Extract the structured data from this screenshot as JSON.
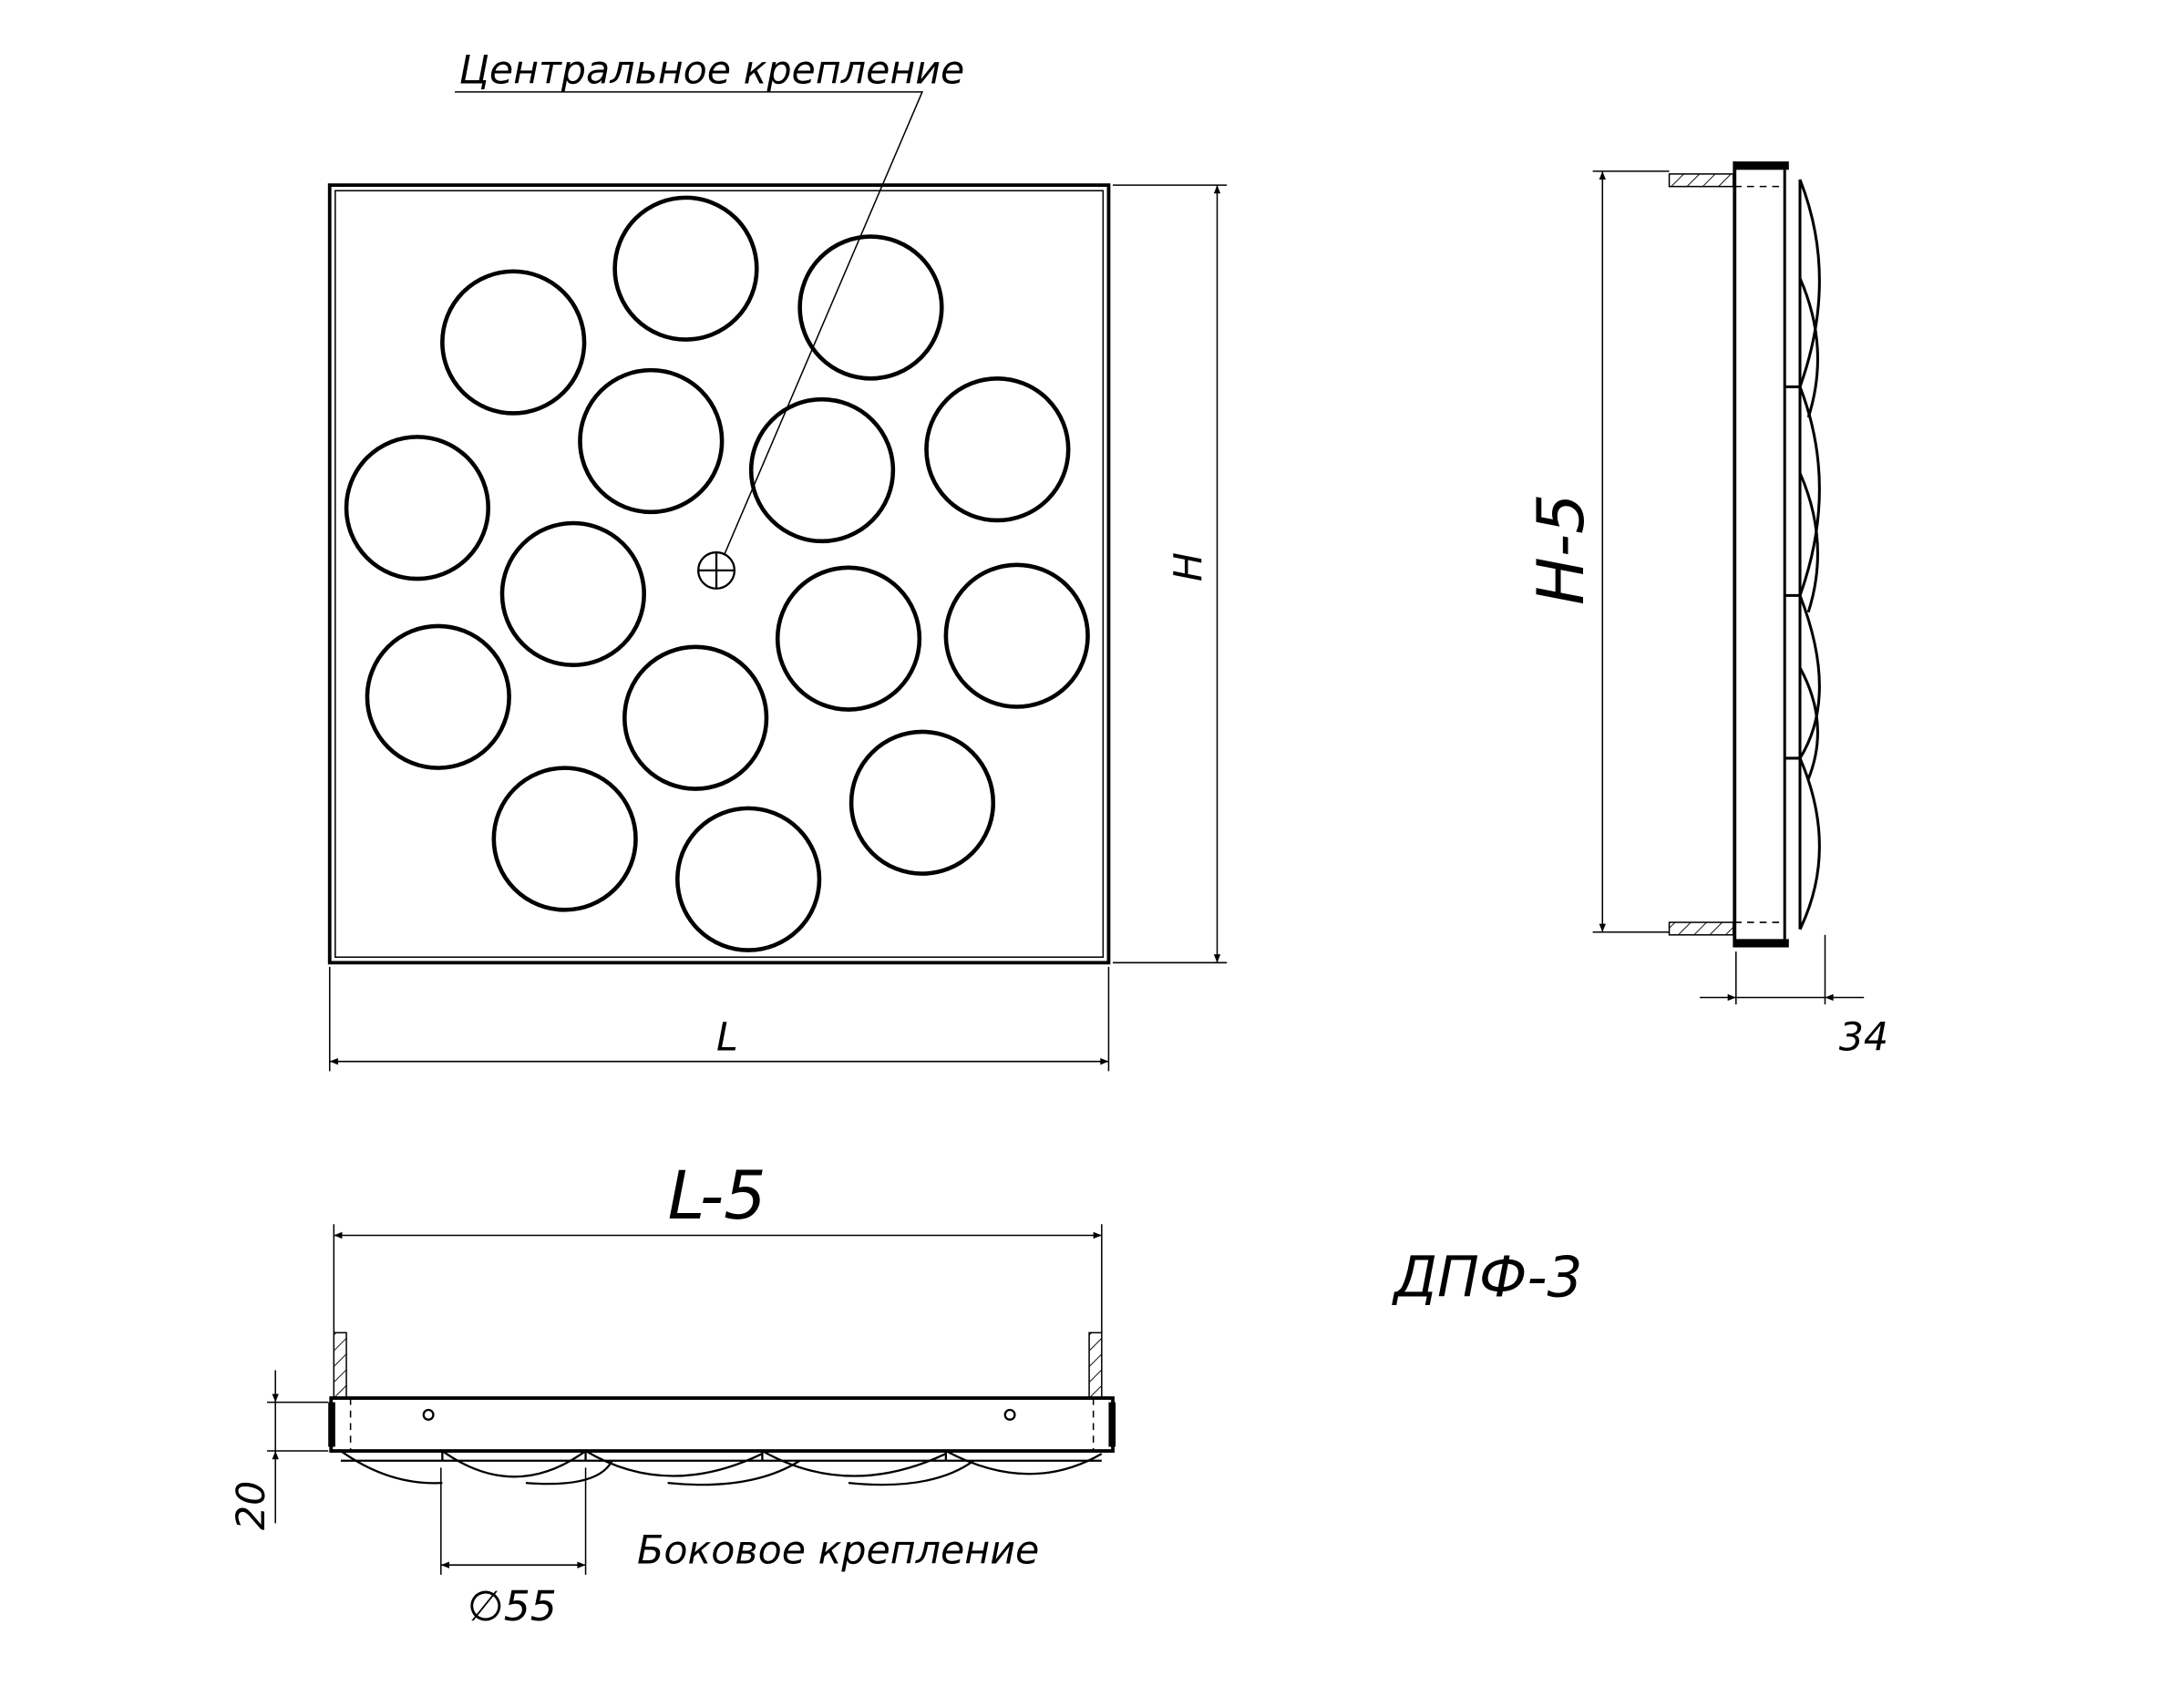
{
  "labels": {
    "central_mount": "Центральное крепление",
    "side_mount": "Боковое крепление",
    "model": "ДПФ-3",
    "dim_h": "H",
    "dim_l": "L",
    "dim_h5": "H-5",
    "dim_l5": "L-5",
    "dim_34": "34",
    "dim_20": "20",
    "dim_d55": "∅55"
  },
  "colors": {
    "line": "#000000",
    "background": "#ffffff"
  }
}
